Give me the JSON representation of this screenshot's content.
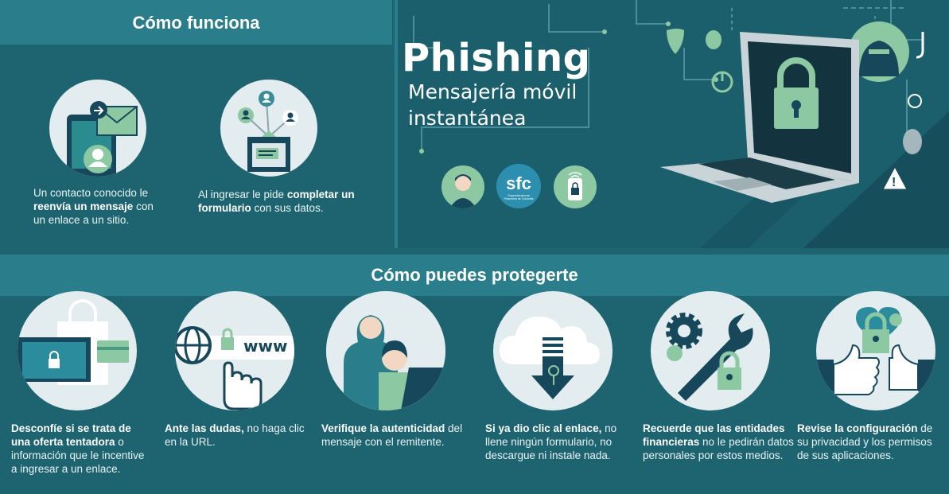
{
  "como_funciona": {
    "title": "Cómo funciona",
    "items": [
      {
        "pre": "Un contacto conocido le ",
        "bold": "reenvía un mensaje",
        "post": " con un enlace a un sitio."
      },
      {
        "pre": "Al ingresar le pide ",
        "bold": "completar un formulario",
        "post": " con sus datos."
      }
    ]
  },
  "hero": {
    "title": "Phishing",
    "subtitle_line1": "Mensajería móvil",
    "subtitle_line2": "instantánea",
    "sfc_logo": "sfc",
    "sfc_tagline": "Superintendencia Financiera de Colombia"
  },
  "protect": {
    "title": "Cómo puedes protegerte",
    "url_label": "www",
    "items": [
      {
        "bold": "Desconfíe si se trata de una oferta tentadora",
        "post": " o información que le incentive a ingresar a un enlace."
      },
      {
        "bold": "Ante las dudas,",
        "post": " no haga clic en la URL."
      },
      {
        "bold": "Verifique la autenticidad",
        "post": " del mensaje con el remitente."
      },
      {
        "bold": "Si ya dio clic al enlace,",
        "post": " no llene ningún formulario, no descargue ni instale nada."
      },
      {
        "bold": "Recuerde que las entidades financieras",
        "post": " no le pedirán datos personales por estos medios."
      },
      {
        "bold": "Revise la configuración",
        "post": " de su privacidad y los permisos de sus aplicaciones."
      }
    ]
  },
  "colors": {
    "bg": "#1d6470",
    "band": "#2a7d8a",
    "accent": "#8cc9a2",
    "navy": "#17475a"
  },
  "icons": [
    "message-forward-icon",
    "form-icon",
    "user-icon",
    "sfc-logo",
    "secure-phone-icon",
    "laptop-lock-icon",
    "lock-bag-icon",
    "url-cursor-icon",
    "person-laptop-icon",
    "cloud-download-icon",
    "gear-wrench-icon",
    "thumbs-lock-icon"
  ]
}
